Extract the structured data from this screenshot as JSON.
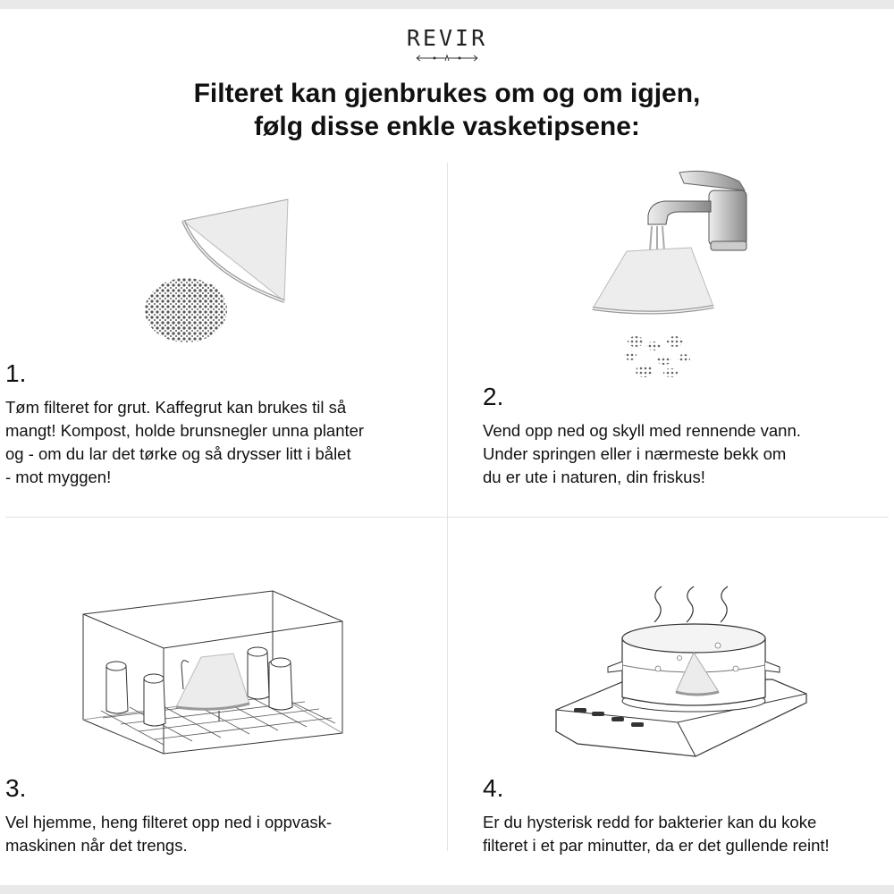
{
  "brand": {
    "name": "REVIR"
  },
  "headline": {
    "line1": "Filteret kan gjenbrukes om og om igjen,",
    "line2": "følg disse enkle vasketipsene:"
  },
  "steps": [
    {
      "number": "1.",
      "lines": [
        "Tøm filteret for grut. Kaffegrut kan brukes til så",
        "mangt! Kompost, holde brunsnegler unna planter",
        "og - om du lar det tørke og så drysser litt i bålet",
        "- mot myggen!"
      ]
    },
    {
      "number": "2.",
      "lines": [
        "Vend opp ned og skyll med rennende vann.",
        "Under springen eller i nærmeste bekk om",
        "du er ute i naturen, din friskus!"
      ]
    },
    {
      "number": "3.",
      "lines": [
        "Vel hjemme, heng filteret opp ned i oppvask-",
        "maskinen når det trengs."
      ]
    },
    {
      "number": "4.",
      "lines": [
        "Er du hysterisk redd for bakterier kan du koke",
        "filteret i et par minutter, da er det gullende reint!"
      ]
    }
  ],
  "icons": {
    "step1": "filter-with-coffee-grounds-icon",
    "step2": "faucet-rinsing-filter-icon",
    "step3": "dishwasher-rack-icon",
    "step4": "boiling-pot-on-stove-icon"
  }
}
